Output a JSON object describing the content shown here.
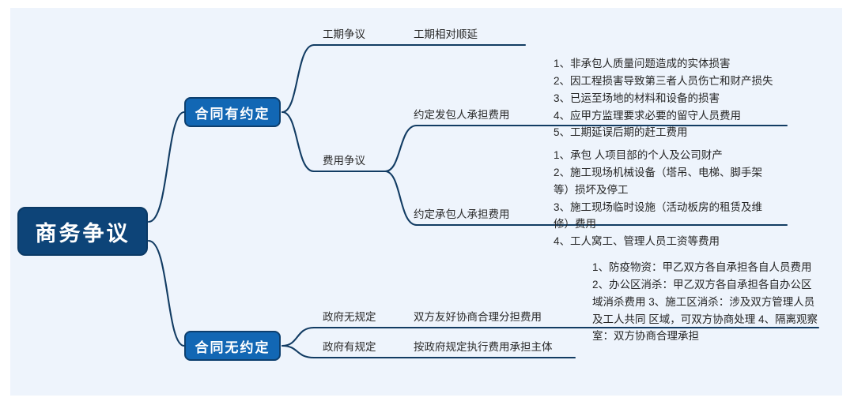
{
  "canvas": {
    "background": "#eef4fc",
    "page_background": "#ffffff"
  },
  "colors": {
    "root_fill": "#0d4478",
    "root_border": "#0b3a66",
    "branch_fill": "#1267b4",
    "branch_border": "#0d3f6e",
    "edge_line": "#123c63",
    "text": "#262626"
  },
  "root": {
    "label": "商务争议"
  },
  "branches": [
    {
      "id": "has-agreement",
      "label": "合同有约定",
      "children": [
        {
          "id": "duration-dispute",
          "label": "工期争议",
          "children": [
            {
              "id": "duration-extend",
              "label": "工期相对顺延",
              "detail": null
            }
          ]
        },
        {
          "id": "cost-dispute",
          "label": "费用争议",
          "children": [
            {
              "id": "cost-employer",
              "label": "约定发包人承担费用",
              "detail": {
                "type": "numbered-lines",
                "lines": [
                  "1、非承包人质量问题造成的实体损害",
                  "2、因工程损害导致第三者人员伤亡和财产损失",
                  "3、已运至场地的材料和设备的损害",
                  "4、应甲方监理要求必要的留守人员费用",
                  "5、工期延误后期的赶工费用"
                ]
              }
            },
            {
              "id": "cost-contractor",
              "label": "约定承包人承担费用",
              "detail": {
                "type": "numbered-wrapped",
                "text": "1、承包 人项目部的个人及公司财产 2、施工现场机械设备（塔吊、电梯、脚手架等）损坏及停工 3、施工现场临时设施（活动板房的租赁及维修）费用 4、工人窝工、管理人员工资等费用",
                "lines": [
                  "1、承包 人项目部的个人及公司财产",
                  "2、施工现场机械设备（塔吊、电梯、脚手架",
                  "等）损坏及停工",
                  "3、施工现场临时设施（活动板房的租赁及维",
                  "修）费用",
                  "4、工人窝工、管理人员工资等费用"
                ]
              }
            }
          ]
        }
      ]
    },
    {
      "id": "no-agreement",
      "label": "合同无约定",
      "children": [
        {
          "id": "gov-none",
          "label": "政府无规定",
          "children": [
            {
              "id": "gov-share",
              "label": "双方友好协商合理分担费用",
              "detail": {
                "type": "numbered-wrapped",
                "text": "1、防疫物资：甲乙双方各自承担各自人员费用 2、办公区消杀：甲乙双方各自承担各自办公区域消杀费用 3、施工区消杀：涉及双方管理人员及工人共同 区域，可双方协商处理 4、隔离观察室：双方协商合理承担",
                "lines": [
                  "1、防疫物资：甲乙双方各自承担各自人员费用",
                  "2、办公区消杀：甲乙双方各自承担各自办公区",
                  "域消杀费用 3、施工区消杀：涉及双方管理人员",
                  "及工人共同 区域，可双方协商处理 4、隔离观察",
                  "室：双方协商合理承担"
                ]
              }
            }
          ]
        },
        {
          "id": "gov-has",
          "label": "政府有规定",
          "children": [
            {
              "id": "gov-follow",
              "label": "按政府规定执行费用承担主体",
              "detail": null
            }
          ]
        }
      ]
    }
  ]
}
